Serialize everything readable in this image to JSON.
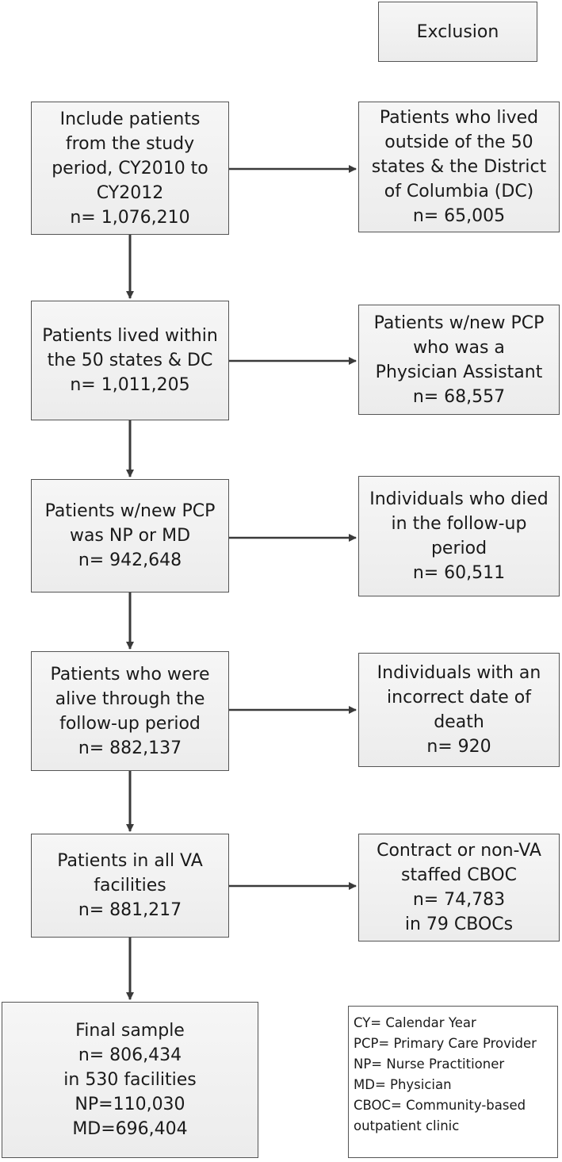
{
  "header": {
    "exclusion_label": "Exclusion"
  },
  "main_flow": [
    {
      "lines": [
        "Include patients",
        "from the study",
        "period, CY2010 to",
        "CY2012",
        "n= 1,076,210"
      ]
    },
    {
      "lines": [
        "Patients lived within",
        "the 50 states & DC",
        "n= 1,011,205"
      ]
    },
    {
      "lines": [
        "Patients w/new PCP",
        "was NP or MD",
        "n= 942,648"
      ]
    },
    {
      "lines": [
        "Patients who were",
        "alive through the",
        "follow-up period",
        "n= 882,137"
      ]
    },
    {
      "lines": [
        "Patients in all VA",
        "facilities",
        "n= 881,217"
      ]
    },
    {
      "lines": [
        "Final sample",
        "n= 806,434",
        "in 530 facilities",
        "NP=110,030",
        "MD=696,404"
      ]
    }
  ],
  "exclusions": [
    {
      "lines": [
        "Patients who lived",
        "outside of the 50",
        "states & the District",
        "of Columbia (DC)",
        "n= 65,005"
      ]
    },
    {
      "lines": [
        "Patients w/new PCP",
        "who was a",
        "Physician Assistant",
        "n= 68,557"
      ]
    },
    {
      "lines": [
        "Individuals who died",
        "in the follow-up",
        "period",
        "n= 60,511"
      ]
    },
    {
      "lines": [
        "Individuals with an",
        "incorrect date of",
        "death",
        "n= 920"
      ]
    },
    {
      "lines": [
        "Contract or non-VA",
        "staffed CBOC",
        "n= 74,783",
        "in 79 CBOCs"
      ]
    }
  ],
  "legend": {
    "lines": [
      "CY= Calendar Year",
      "PCP= Primary Care Provider",
      "NP= Nurse Practitioner",
      "MD= Physician",
      "CBOC= Community-based",
      "outpatient clinic"
    ]
  },
  "colors": {
    "border": "#555555",
    "arrow": "#3a3a3a",
    "box_fill": "#efefef"
  }
}
